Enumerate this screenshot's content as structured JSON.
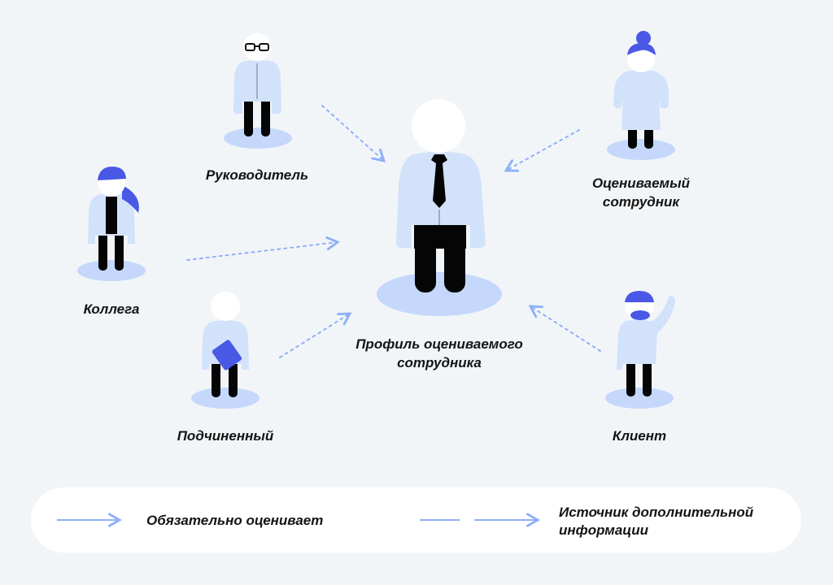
{
  "roles": {
    "manager": "Руководитель",
    "colleague": "Коллега",
    "subordinate": "Подчиненный",
    "self_line1": "Оцениваемый",
    "self_line2": "сотрудник",
    "client": "Клиент",
    "profile_line1": "Профиль оцениваемого",
    "profile_line2": "сотрудника"
  },
  "legend": {
    "mandatory": "Обязательно оценивает",
    "extra_line1": "Источник дополнительной",
    "extra_line2": "информации"
  },
  "colors": {
    "background": "#f2f5f8",
    "shirt": "#d2e2fb",
    "shadow": "#c5d8fb",
    "accent": "#4a58e6",
    "arrow": "#8fb0f8"
  }
}
